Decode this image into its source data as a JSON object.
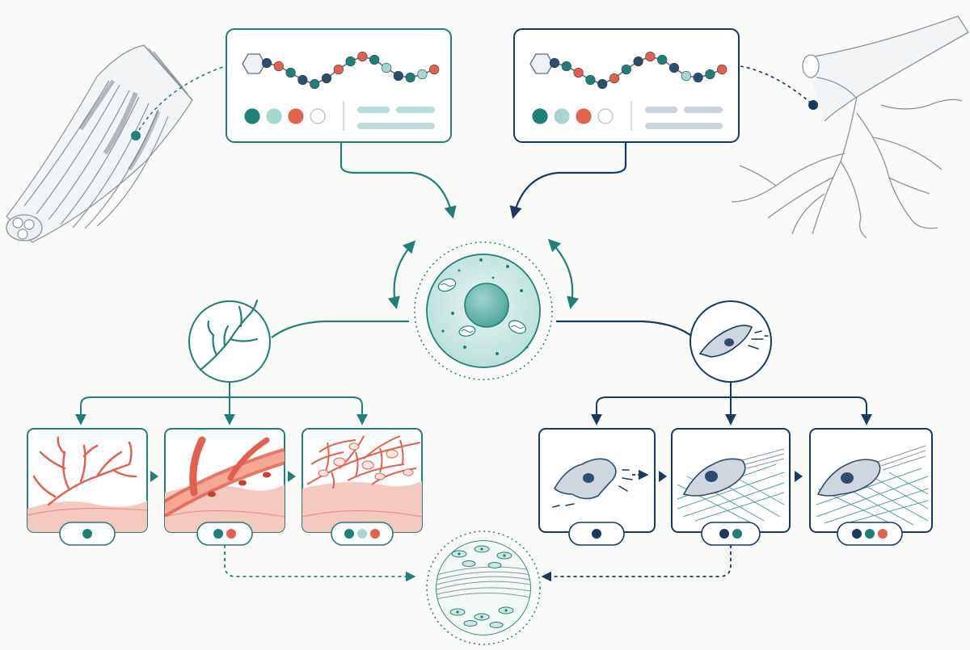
{
  "colors": {
    "background": "#fafaf8",
    "teal": "#1f8077",
    "teal_light": "#a8d6d0",
    "navy": "#173a5e",
    "coral": "#e2604e",
    "grey_line": "#c9d0d6",
    "sketch": "#8a949c"
  },
  "peptide_panels": [
    {
      "name": "left",
      "accent": "#1f8077",
      "beads": [
        "#2c4d6b",
        "#e2604e",
        "#1f8077",
        "#2c4d6b",
        "#1f8077",
        "#2c4d6b",
        "#e2604e",
        "#1f8077",
        "#e2604e",
        "#1f8077",
        "#a8d6d0",
        "#2c4d6b",
        "#1f8077",
        "#a8d6d0",
        "#e2604e"
      ],
      "legend_dots": [
        "#1f8077",
        "#a8d6d0",
        "#e2604e",
        "#ffffff"
      ],
      "text_bar_color": "#b9ddd8"
    },
    {
      "name": "right",
      "accent": "#173a5e",
      "beads": [
        "#2c4d6b",
        "#1f8077",
        "#e2604e",
        "#1f8077",
        "#2c4d6b",
        "#e2604e",
        "#1f8077",
        "#2c4d6b",
        "#e2604e",
        "#1f8077",
        "#2c4d6b",
        "#a8d6d0",
        "#2c4d6b",
        "#1f8077",
        "#e2604e"
      ],
      "legend_dots": [
        "#1f8077",
        "#a8d6d0",
        "#e2604e",
        "#ffffff"
      ],
      "text_bar_color": "#cdd3da"
    }
  ],
  "stages_left": [
    {
      "name": "sparse-vessels",
      "badge_dots": [
        "#1f8077"
      ]
    },
    {
      "name": "vessel-with-cells",
      "badge_dots": [
        "#1f8077",
        "#e2604e"
      ]
    },
    {
      "name": "dense-capillary-network",
      "badge_dots": [
        "#1f8077",
        "#a8d6d0",
        "#e2604e"
      ]
    }
  ],
  "stages_right": [
    {
      "name": "migrating-cell",
      "badge_dots": [
        "#173a5e"
      ]
    },
    {
      "name": "cell-depositing-fibers",
      "badge_dots": [
        "#173a5e",
        "#1f8077"
      ]
    },
    {
      "name": "cell-on-fiber-matrix",
      "badge_dots": [
        "#173a5e",
        "#1f8077",
        "#e2604e"
      ]
    }
  ],
  "icons": {
    "top_left": "muscle-fiber-bundle-icon",
    "top_right": "branching-nerve-icon",
    "center": "cell-icon",
    "left_hub": "blood-vessel-branch-icon",
    "right_hub": "fibroblast-icon",
    "bottom": "tissue-cross-section-icon"
  }
}
